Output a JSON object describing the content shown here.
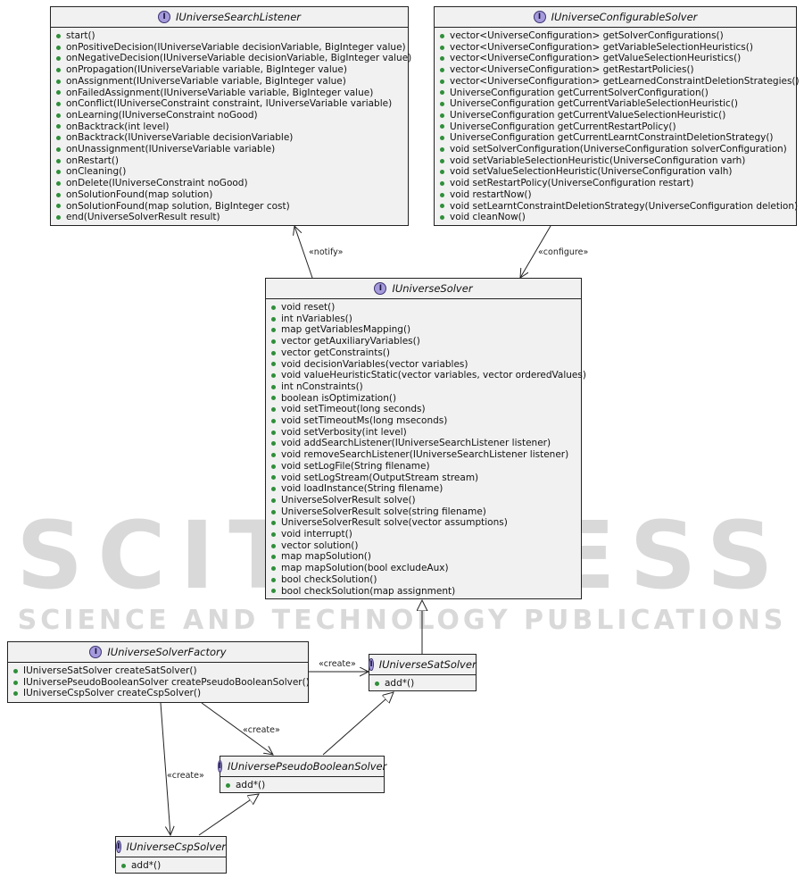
{
  "watermark": {
    "line1": "SCITEPRESS",
    "line2": "SCIENCE AND TECHNOLOGY PUBLICATIONS"
  },
  "interface_icon": "I",
  "edges": [
    {
      "label": "«notify»"
    },
    {
      "label": "«configure»"
    },
    {
      "label": "«create»"
    },
    {
      "label": "«create»"
    },
    {
      "label": "«create»"
    }
  ],
  "classes": {
    "search_listener": {
      "name": "IUniverseSearchListener",
      "members": [
        "start()",
        "onPositiveDecision(IUniverseVariable decisionVariable, BigInteger value)",
        "onNegativeDecision(IUniverseVariable decisionVariable, BigInteger value)",
        "onPropagation(IUniverseVariable variable, BigInteger value)",
        "onAssignment(IUniverseVariable variable, BigInteger value)",
        "onFailedAssignment(IUniverseVariable variable, BigInteger value)",
        "onConflict(IUniverseConstraint constraint, IUniverseVariable variable)",
        "onLearning(IUniverseConstraint noGood)",
        "onBacktrack(int level)",
        "onBacktrack(IUniverseVariable decisionVariable)",
        "onUnassignment(IUniverseVariable variable)",
        "onRestart()",
        "onCleaning()",
        "onDelete(IUniverseConstraint noGood)",
        "onSolutionFound(map solution)",
        "onSolutionFound(map solution, BigInteger cost)",
        "end(UniverseSolverResult result)"
      ]
    },
    "configurable_solver": {
      "name": "IUniverseConfigurableSolver",
      "members": [
        "vector<UniverseConfiguration> getSolverConfigurations()",
        "vector<UniverseConfiguration> getVariableSelectionHeuristics()",
        "vector<UniverseConfiguration> getValueSelectionHeuristics()",
        "vector<UniverseConfiguration> getRestartPolicies()",
        "vector<UniverseConfiguration> getLearnedConstraintDeletionStrategies()",
        "UniverseConfiguration getCurrentSolverConfiguration()",
        "UniverseConfiguration getCurrentVariableSelectionHeuristic()",
        "UniverseConfiguration getCurrentValueSelectionHeuristic()",
        "UniverseConfiguration getCurrentRestartPolicy()",
        "UniverseConfiguration getCurrentLearntConstraintDeletionStrategy()",
        "void setSolverConfiguration(UniverseConfiguration solverConfiguration)",
        "void setVariableSelectionHeuristic(UniverseConfiguration varh)",
        "void setValueSelectionHeuristic(UniverseConfiguration valh)",
        "void setRestartPolicy(UniverseConfiguration restart)",
        "void restartNow()",
        "void setLearntConstraintDeletionStrategy(UniverseConfiguration deletion)",
        "void cleanNow()"
      ]
    },
    "solver": {
      "name": "IUniverseSolver",
      "members": [
        "void reset()",
        "int nVariables()",
        "map getVariablesMapping()",
        "vector getAuxiliaryVariables()",
        "vector getConstraints()",
        "void decisionVariables(vector variables)",
        "void valueHeuristicStatic(vector variables, vector orderedValues)",
        "int nConstraints()",
        "boolean isOptimization()",
        "void setTimeout(long seconds)",
        "void setTimeoutMs(long mseconds)",
        "void setVerbosity(int level)",
        "void addSearchListener(IUniverseSearchListener listener)",
        "void removeSearchListener(IUniverseSearchListener listener)",
        "void setLogFile(String filename)",
        "void setLogStream(OutputStream stream)",
        "void loadInstance(String filename)",
        "UniverseSolverResult solve()",
        "UniverseSolverResult solve(string filename)",
        "UniverseSolverResult solve(vector assumptions)",
        "void interrupt()",
        "vector solution()",
        "map mapSolution()",
        "map mapSolution(bool excludeAux)",
        "bool checkSolution()",
        "bool checkSolution(map assignment)"
      ]
    },
    "factory": {
      "name": "IUniverseSolverFactory",
      "members": [
        "IUniverseSatSolver createSatSolver()",
        "IUniversePseudoBooleanSolver createPseudoBooleanSolver()",
        "IUniverseCspSolver createCspSolver()"
      ]
    },
    "sat_solver": {
      "name": "IUniverseSatSolver",
      "members": [
        "add*()"
      ]
    },
    "pb_solver": {
      "name": "IUniversePseudoBooleanSolver",
      "members": [
        "add*()"
      ]
    },
    "csp_solver": {
      "name": "IUniverseCspSolver",
      "members": [
        "add*()"
      ]
    }
  }
}
